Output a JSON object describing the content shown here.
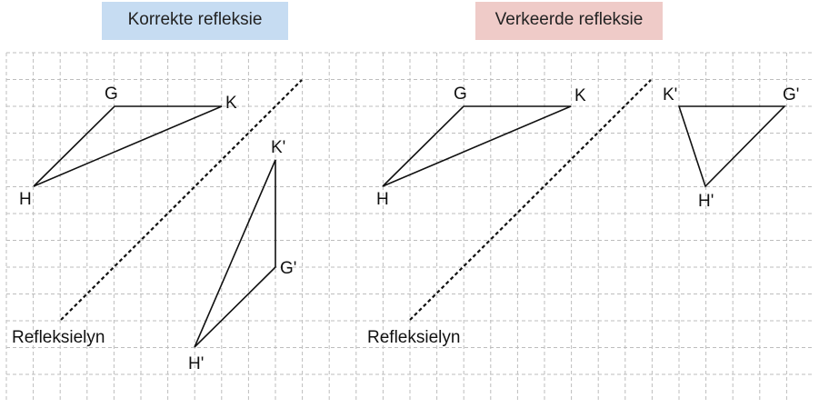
{
  "panels": {
    "correct": {
      "title": "Korrekte refleksie",
      "title_bg": "#c6dcf2",
      "line_label": "Refleksielyn",
      "labels": {
        "G": "G",
        "K": "K",
        "H": "H",
        "K_prime": "K'",
        "G_prime": "G'",
        "H_prime": "H'"
      }
    },
    "wrong": {
      "title": "Verkeerde refleksie",
      "title_bg": "#efcbc8",
      "line_label": "Refleksielyn",
      "labels": {
        "G": "G",
        "K": "K",
        "H": "H",
        "K_prime": "K'",
        "G_prime": "G'",
        "H_prime": "H'"
      }
    }
  },
  "colors": {
    "grid": "#bdbdbd",
    "ink": "#111111"
  }
}
